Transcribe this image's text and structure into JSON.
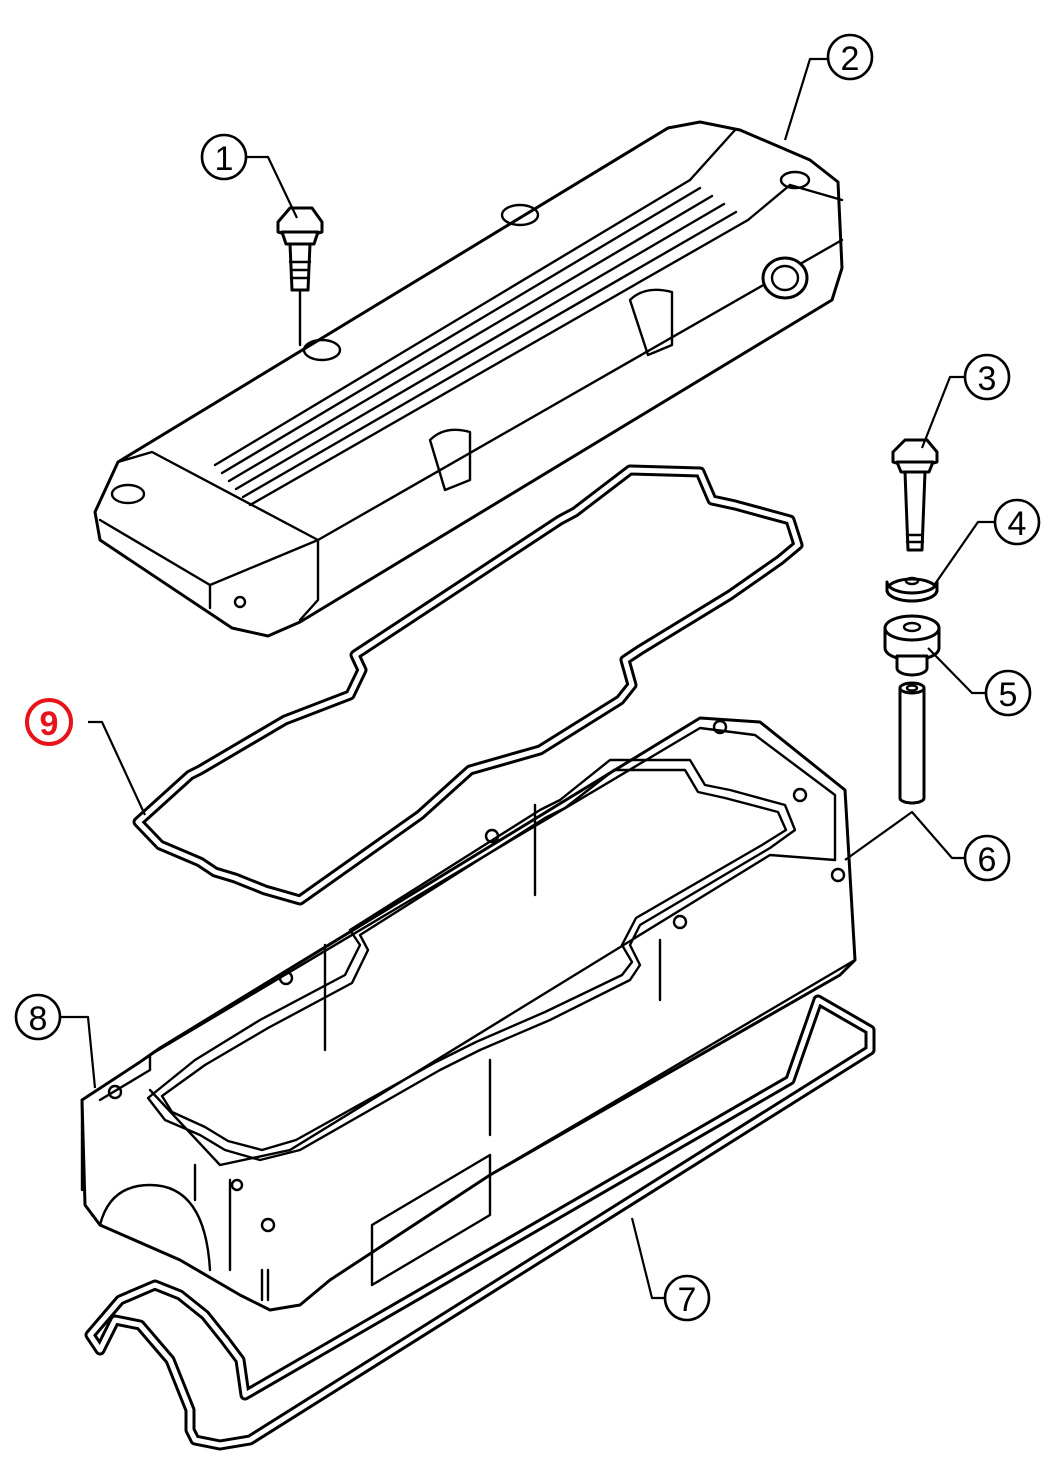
{
  "callouts": [
    {
      "id": "1",
      "label": "1"
    },
    {
      "id": "2",
      "label": "2"
    },
    {
      "id": "3",
      "label": "3"
    },
    {
      "id": "4",
      "label": "4"
    },
    {
      "id": "5",
      "label": "5"
    },
    {
      "id": "6",
      "label": "6"
    },
    {
      "id": "7",
      "label": "7"
    },
    {
      "id": "8",
      "label": "8"
    },
    {
      "id": "9",
      "label": "9",
      "highlighted": true
    }
  ],
  "colors": {
    "line": "#000000",
    "background": "#ffffff",
    "highlight": "#e8141b"
  }
}
